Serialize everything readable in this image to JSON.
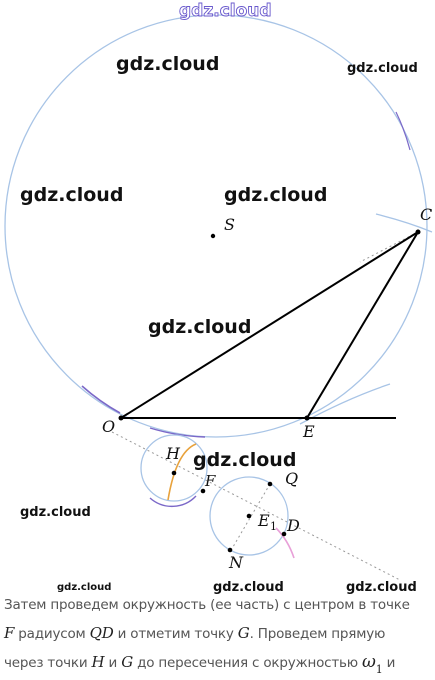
{
  "watermarks": {
    "top": "gdz.cloud",
    "w1": "gdz.cloud",
    "w2": "gdz.cloud",
    "w3": "gdz.cloud",
    "w4": "gdz.cloud",
    "w5": "gdz.cloud",
    "w6": "gdz.cloud",
    "w7": "gdz.cloud",
    "w8": "gdz.cloud",
    "w9": "gdz.cloud",
    "w10": "gdz.cloud"
  },
  "points": {
    "S": "S",
    "C": "C",
    "O": "O",
    "E": "E",
    "H": "H",
    "F": "F",
    "Q": "Q",
    "E1": "E",
    "E1_sub": "1",
    "D": "D",
    "N": "N"
  },
  "caption": {
    "l1": "Затем проведем окружность (ее часть) с центром в точке",
    "l2_F": "F",
    "l2_a": " радиусом ",
    "l2_QD": "QD",
    "l2_b": " и отметим точку ",
    "l2_G": "G",
    "l2_c": ". Проведем прямую",
    "l3_a": "через точки ",
    "l3_H": "H",
    "l3_b": " и ",
    "l3_G": "G",
    "l3_c": " до пересечения с окружностью ",
    "l3_omega": "ω",
    "l3_sub": "1",
    "l3_d": " и"
  },
  "colors": {
    "circle": "#a8c4e6",
    "line": "#000000",
    "dotted": "#999999",
    "arc_orange": "#e8a23c",
    "arc_pink": "#e8a0d8",
    "arc_purple": "#7b68c8"
  }
}
